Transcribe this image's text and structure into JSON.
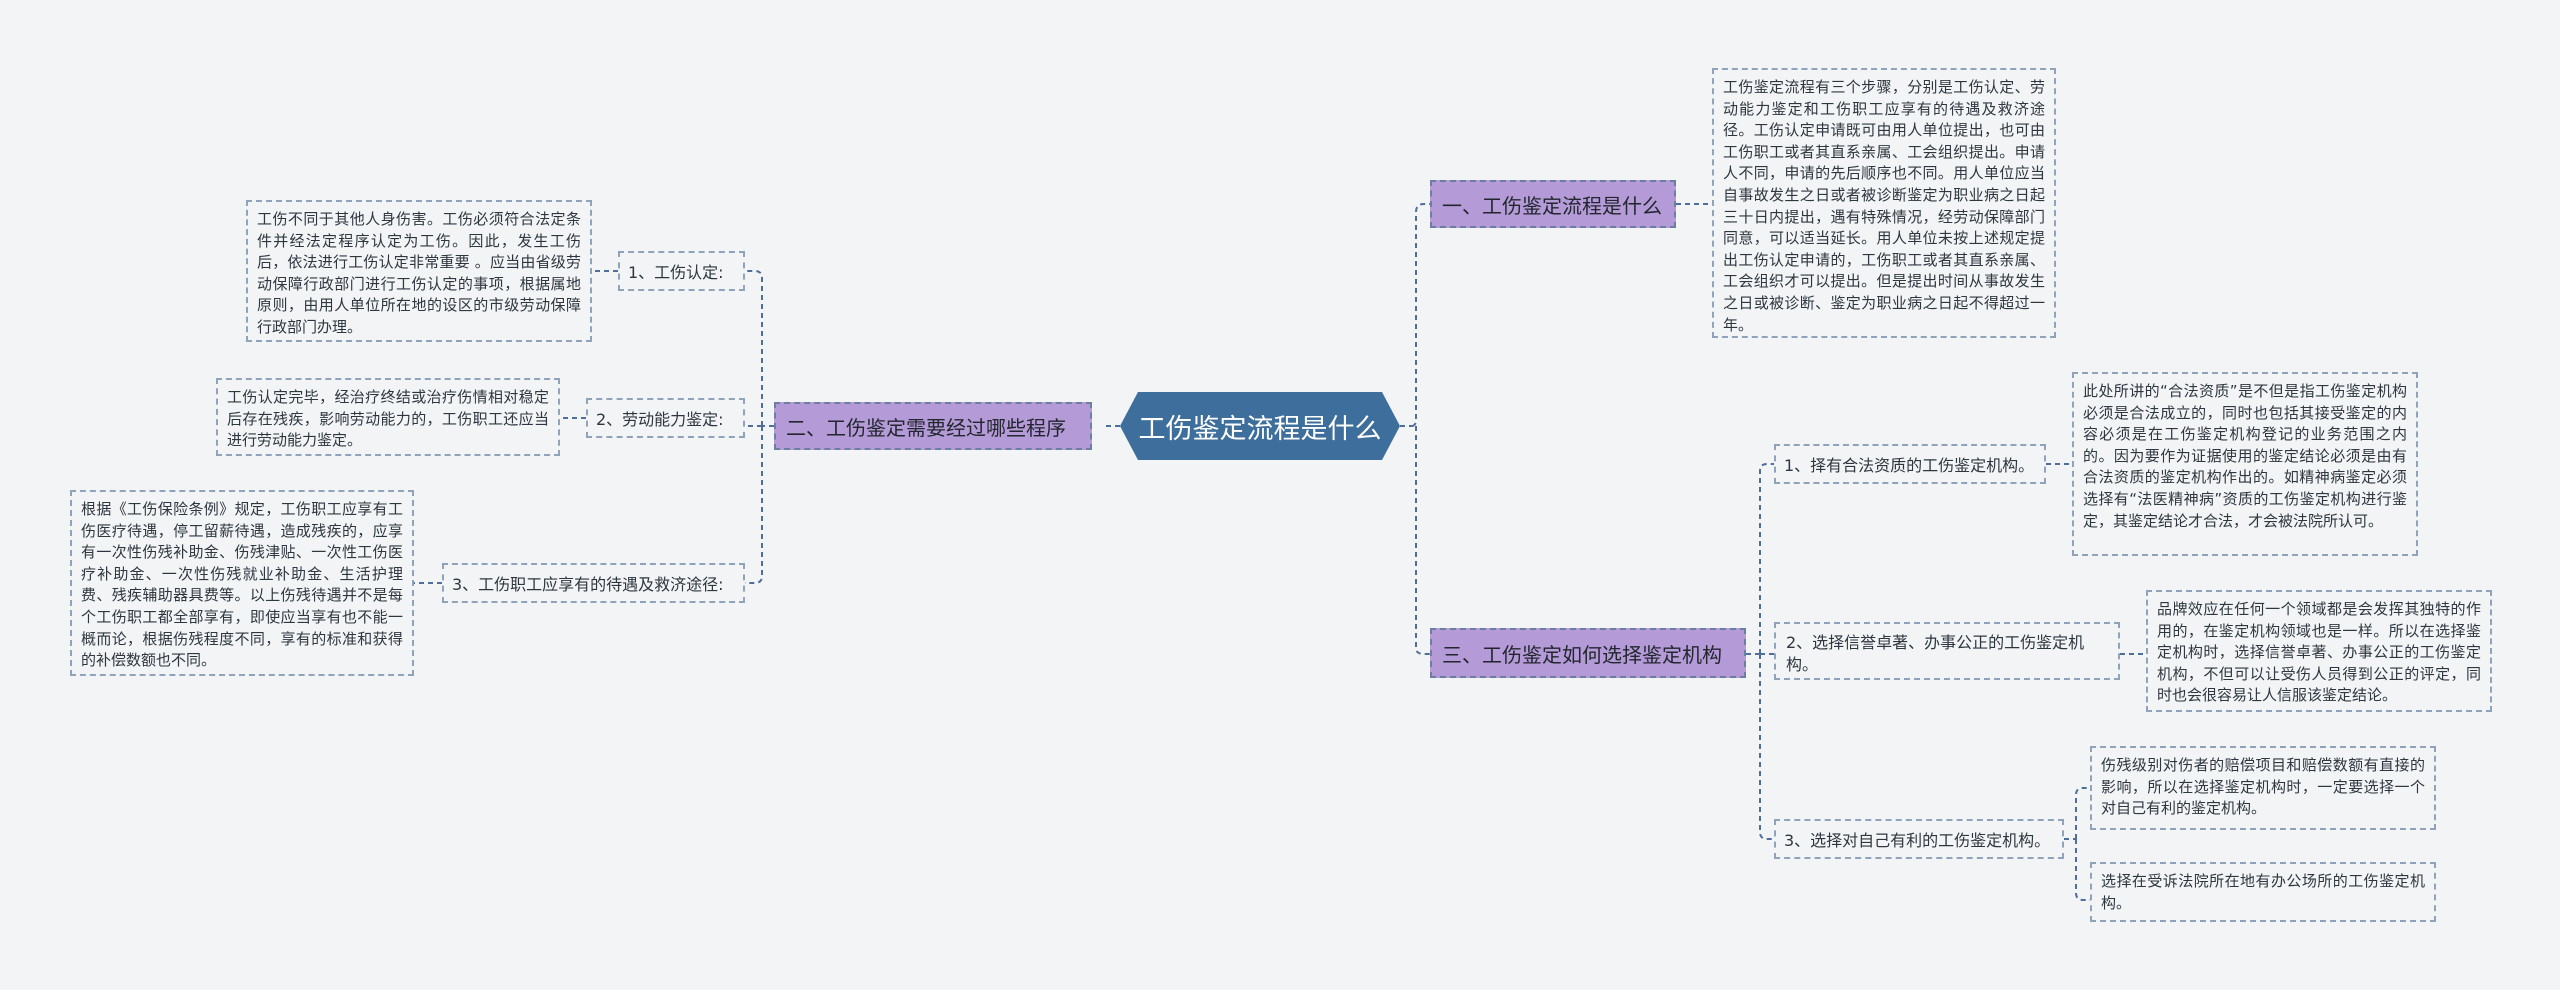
{
  "central": "工伤鉴定流程是什么",
  "branches": {
    "b1": {
      "label": "一、工伤鉴定流程是什么",
      "text": "工伤鉴定流程有三个步骤，分别是工伤认定、劳动能力鉴定和工伤职工应享有的待遇及救济途径。工伤认定申请既可由用人单位提出，也可由工伤职工或者其直系亲属、工会组织提出。申请人不同，申请的先后顺序也不同。用人单位应当自事故发生之日或者被诊断鉴定为职业病之日起三十日内提出，遇有特殊情况，经劳动保障部门同意，可以适当延长。用人单位未按上述规定提出工伤认定申请的，工伤职工或者其直系亲属、工会组织才可以提出。但是提出时间从事故发生之日或被诊断、鉴定为职业病之日起不得超过一年。"
    },
    "b2": {
      "label": "二、工伤鉴定需要经过哪些程序",
      "items": [
        {
          "label": "1、工伤认定:",
          "text": "工伤不同于其他人身伤害。工伤必须符合法定条件并经法定程序认定为工伤。因此，发生工伤后，依法进行工伤认定非常重要 。应当由省级劳动保障行政部门进行工伤认定的事项，根据属地原则，由用人单位所在地的设区的市级劳动保障行政部门办理。"
        },
        {
          "label": "2、劳动能力鉴定:",
          "text": "工伤认定完毕，经治疗终结或治疗伤情相对稳定后存在残疾，影响劳动能力的，工伤职工还应当进行劳动能力鉴定。"
        },
        {
          "label": "3、工伤职工应享有的待遇及救济途径:",
          "text": "根据《工伤保险条例》规定，工伤职工应享有工伤医疗待遇，停工留薪待遇，造成残疾的，应享有一次性伤残补助金、伤残津贴、一次性工伤医疗补助金、一次性伤残就业补助金、生活护理费、残疾辅助器具费等。以上伤残待遇并不是每个工伤职工都全部享有，即使应当享有也不能一概而论，根据伤残程度不同，享有的标准和获得的补偿数额也不同。"
        }
      ]
    },
    "b3": {
      "label": "三、工伤鉴定如何选择鉴定机构",
      "items": [
        {
          "label": "1、择有合法资质的工伤鉴定机构。",
          "texts": [
            "此处所讲的“合法资质”是不但是指工伤鉴定机构必须是合法成立的，同时也包括其接受鉴定的内容必须是在工伤鉴定机构登记的业务范围之内的。因为要作为证据使用的鉴定结论必须是由有合法资质的鉴定机构作出的。如精神病鉴定必须选择有“法医精神病”资质的工伤鉴定机构进行鉴定，其鉴定结论才合法，才会被法院所认可。"
          ]
        },
        {
          "label": "2、选择信誉卓著、办事公正的工伤鉴定机构。",
          "texts": [
            "品牌效应在任何一个领域都是会发挥其独特的作用的，在鉴定机构领域也是一样。所以在选择鉴定机构时，选择信誉卓著、办事公正的工伤鉴定机构，不但可以让受伤人员得到公正的评定，同时也会很容易让人信服该鉴定结论。"
          ]
        },
        {
          "label": "3、选择对自己有利的工伤鉴定机构。",
          "texts": [
            "伤残级别对伤者的赔偿项目和赔偿数额有直接的影响，所以在选择鉴定机构时，一定要选择一个对自己有利的鉴定机构。",
            "选择在受诉法院所在地有办公场所的工伤鉴定机构。"
          ]
        }
      ]
    }
  }
}
